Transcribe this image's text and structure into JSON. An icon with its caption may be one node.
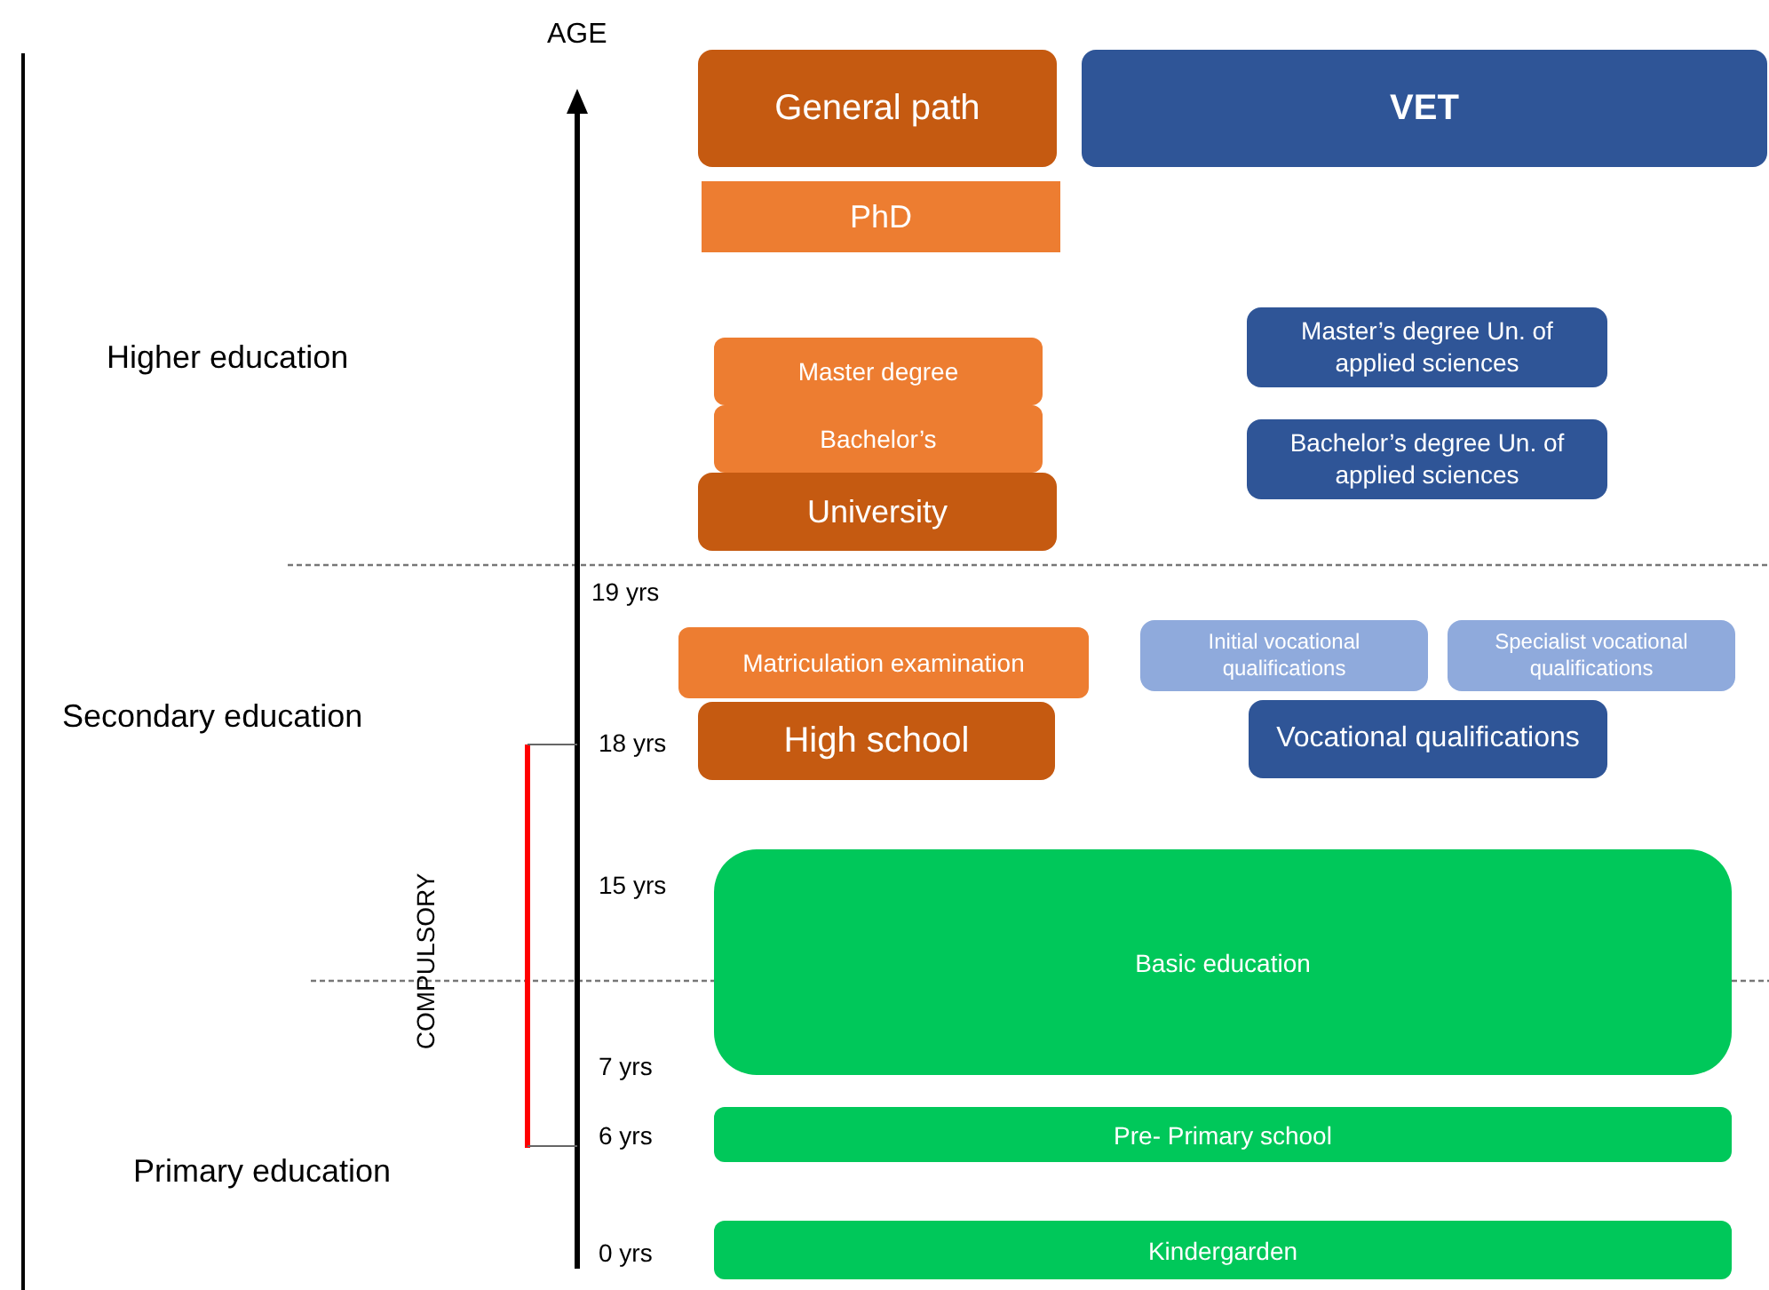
{
  "diagram": {
    "nodes": [
      {
        "text": [
          "General path"
        ]
      },
      {
        "text": [
          "VET"
        ]
      },
      {
        "text": [
          "PhD"
        ]
      },
      {
        "text": [
          "Master degree"
        ]
      },
      {
        "text": [
          "Bachelor’s"
        ]
      },
      {
        "text": [
          "University"
        ]
      },
      {
        "text": [
          "Master’s degree Un. of applied sciences"
        ]
      },
      {
        "text": [
          "Bachelor’s degree Un. of applied sciences"
        ]
      },
      {
        "text": [
          "Matriculation examination"
        ]
      },
      {
        "text": [
          "High school"
        ]
      },
      {
        "text": [
          "Initial vocational qualifications"
        ]
      },
      {
        "text": [
          "Specialist vocational qualifications"
        ]
      },
      {
        "text": [
          "Vocational qualifications"
        ]
      },
      {
        "text": [
          "Basic education"
        ]
      },
      {
        "text": [
          "Pre- Primary school"
        ]
      },
      {
        "text": [
          "Kindergarden"
        ]
      }
    ],
    "labels": [
      "AGE",
      "Higher education",
      "Secondary education",
      "Primary education",
      "COMPULSORY",
      "19 yrs",
      "18 yrs",
      "15 yrs",
      "7 yrs",
      "6 yrs",
      "0 yrs"
    ]
  }
}
